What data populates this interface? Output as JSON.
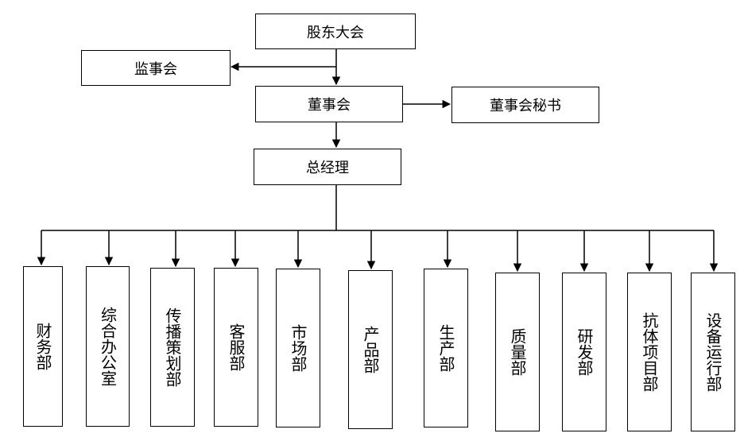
{
  "nodes": {
    "shareholders": "股东大会",
    "supervisory_board": "监事会",
    "board_of_directors": "董事会",
    "board_secretary": "董事会秘书",
    "general_manager": "总经理"
  },
  "departments": [
    "财务部",
    "综合办公室",
    "传播策划部",
    "客服部",
    "市场部",
    "产品部",
    "生产部",
    "质量部",
    "研发部",
    "抗体项目部",
    "设备运行部"
  ]
}
